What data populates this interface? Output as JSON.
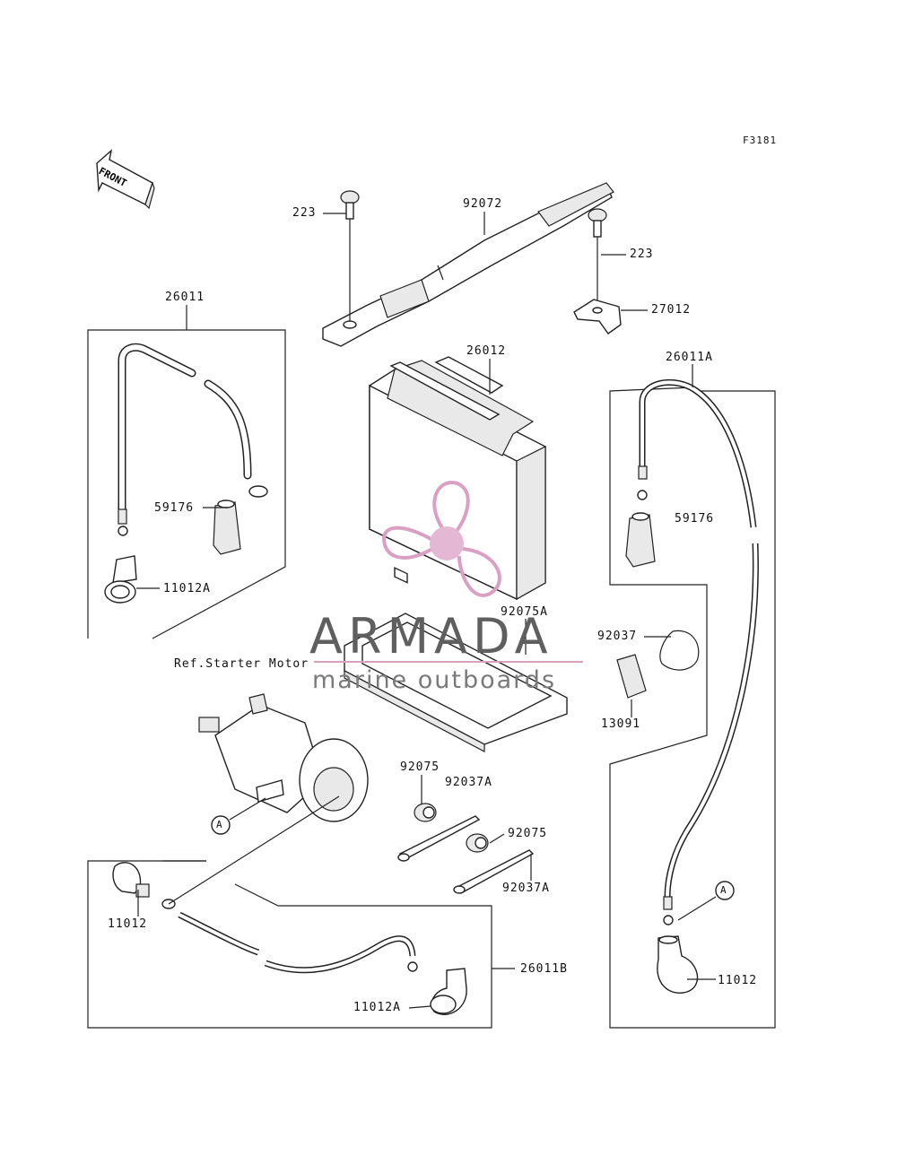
{
  "diagram_code": "F3181",
  "front_label": "FRONT",
  "reference_label": "Ref.Starter Motor",
  "callout_marker": "A",
  "watermark": {
    "title": "ARMADA",
    "subtitle": "marine outboards",
    "accent_color": "#d9a0c4"
  },
  "parts": {
    "p223_left": "223",
    "p92072": "92072",
    "p223_right": "223",
    "p27012": "27012",
    "p26011": "26011",
    "p26012": "26012",
    "p26011A": "26011A",
    "p59176_left": "59176",
    "p59176_right": "59176",
    "p11012A_left": "11012A",
    "p92075A": "92075A",
    "p92037": "92037",
    "p13091": "13091",
    "p92075_a": "92075",
    "p92037A_a": "92037A",
    "p92075_b": "92075",
    "p92037A_b": "92037A",
    "p11012_left": "11012",
    "p26011B": "26011B",
    "p11012A_bottom": "11012A",
    "p11012_right": "11012"
  }
}
